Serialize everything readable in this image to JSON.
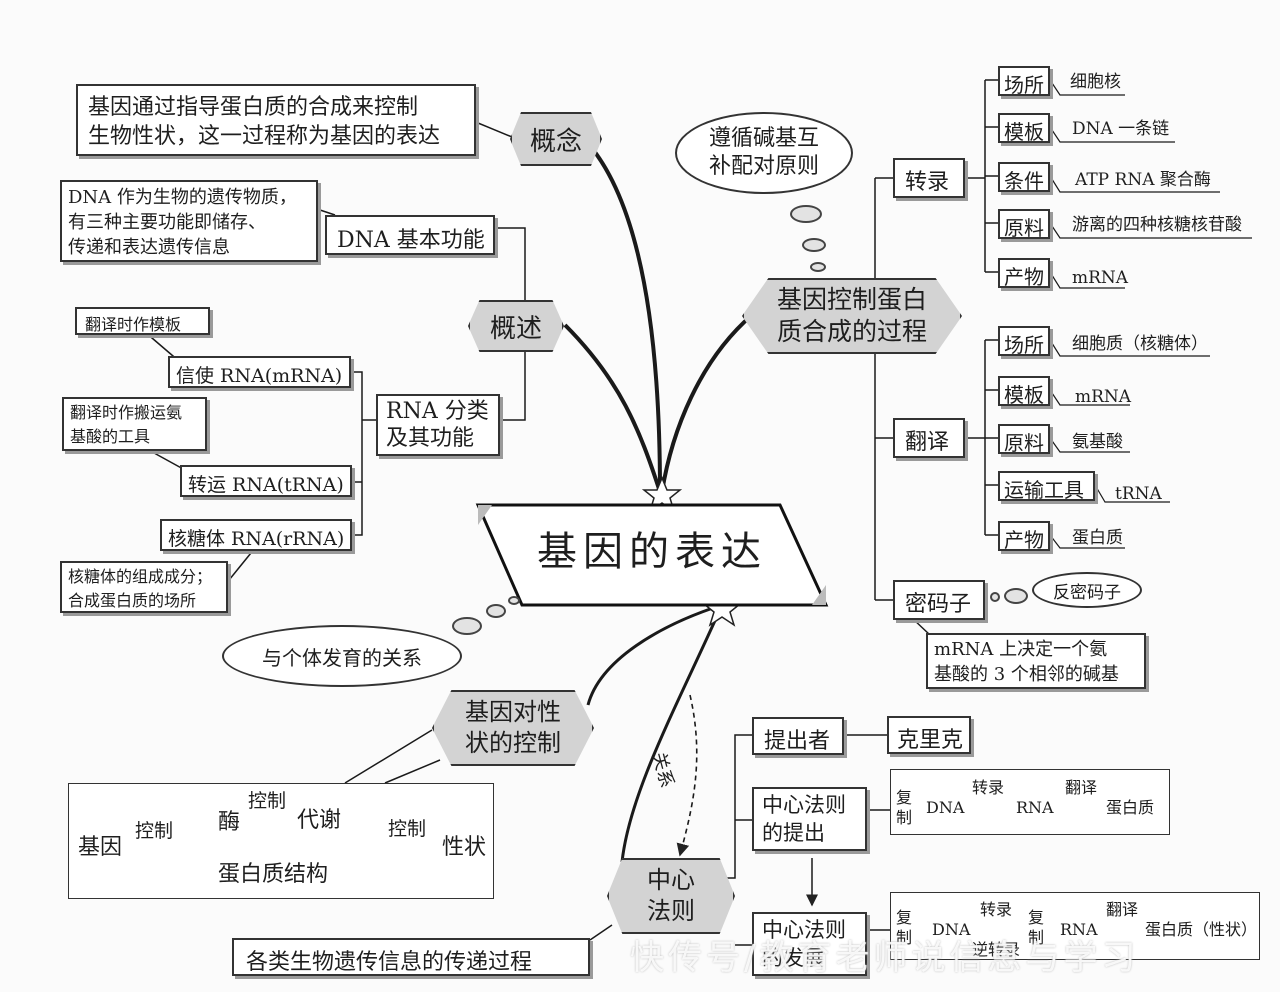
{
  "center": {
    "title": "基因的表达"
  },
  "concept": {
    "hub": "概念",
    "text": "基因通过指导蛋白质的合成来控制\n生物性状，这一过程称为基因的表达"
  },
  "overview": {
    "hub": "概述",
    "dna_function": {
      "label": "DNA 基本功能",
      "note": "DNA 作为生物的遗传物质，\n有三种主要功能即储存、\n传递和表达遗传信息"
    },
    "rna": {
      "label": "RNA 分类\n及其功能",
      "mrna": {
        "name": "信使 RNA(mRNA)",
        "note": "翻译时作模板"
      },
      "trna": {
        "name": "转运 RNA(tRNA)",
        "note": "翻译时作搬运氨\n基酸的工具"
      },
      "rrna": {
        "name": "核糖体 RNA(rRNA)",
        "note": "核糖体的组成成分；\n合成蛋白质的场所"
      }
    }
  },
  "process": {
    "hub": "基因控制蛋白\n质合成的过程",
    "principle": "遵循碱基互\n补配对原则",
    "transcription": {
      "label": "转录",
      "items": [
        {
          "key": "场所",
          "value": "细胞核"
        },
        {
          "key": "模板",
          "value": "DNA 一条链"
        },
        {
          "key": "条件",
          "value": "ATP  RNA 聚合酶"
        },
        {
          "key": "原料",
          "value": "游离的四种核糖核苷酸"
        },
        {
          "key": "产物",
          "value": "mRNA"
        }
      ]
    },
    "translation": {
      "label": "翻译",
      "items": [
        {
          "key": "场所",
          "value": "细胞质（核糖体）"
        },
        {
          "key": "模板",
          "value": "mRNA"
        },
        {
          "key": "原料",
          "value": "氨基酸"
        },
        {
          "key": "运输工具",
          "value": "tRNA"
        },
        {
          "key": "产物",
          "value": "蛋白质"
        }
      ]
    },
    "codon": {
      "label": "密码子",
      "anti": "反密码子",
      "note": "mRNA 上决定一个氨\n基酸的 3 个相邻的碱基"
    }
  },
  "gene_control": {
    "hub": "基因对性\n状的控制",
    "relation": "与个体发育的关系",
    "flow": {
      "gene": "基因",
      "control1": "控制",
      "enzyme": "酶",
      "control2": "控制",
      "metabolism": "代谢",
      "control3": "控制",
      "trait": "性状",
      "protein_structure": "蛋白质结构"
    }
  },
  "central_dogma": {
    "hub": "中心\n法则",
    "relation": "关系",
    "proposer": {
      "label": "提出者",
      "name": "克里克"
    },
    "proposal": {
      "label": "中心法则\n的提出",
      "replication": "复\n制",
      "dna": "DNA",
      "transcription": "转录",
      "rna": "RNA",
      "translation": "翻译",
      "protein": "蛋白质"
    },
    "development": {
      "label": "中心法则\n的发展",
      "replication1": "复\n制",
      "dna": "DNA",
      "transcription": "转录",
      "reverse": "逆转录",
      "replication2": "复\n制",
      "rna": "RNA",
      "translation": "翻译",
      "protein": "蛋白质（性状）"
    },
    "note": "各类生物遗传信息的传递过程"
  },
  "watermark": "快传号/教育老师说信息与学习"
}
